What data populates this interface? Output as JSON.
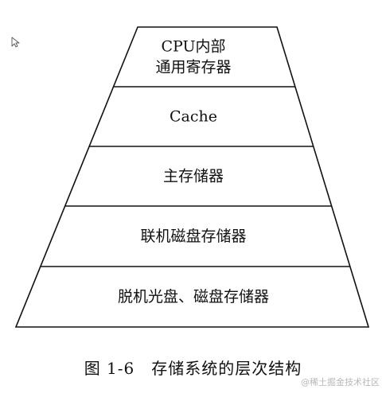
{
  "diagram": {
    "levels": [
      {
        "lines": [
          "CPU内部",
          "通用寄存器"
        ]
      },
      {
        "lines": [
          "Cache"
        ]
      },
      {
        "lines": [
          "主存储器"
        ]
      },
      {
        "lines": [
          "联机磁盘存储器"
        ]
      },
      {
        "lines": [
          "脱机光盘、磁盘存储器"
        ]
      }
    ],
    "caption": "图 1-6　存储系统的层次结构",
    "watermark": "@稀土掘金技术社区",
    "cursor_icon": "arrow-cursor-icon",
    "colors": {
      "line": "#111111",
      "text": "#111111",
      "watermark": "#b8b8b8",
      "background": "#ffffff"
    }
  }
}
